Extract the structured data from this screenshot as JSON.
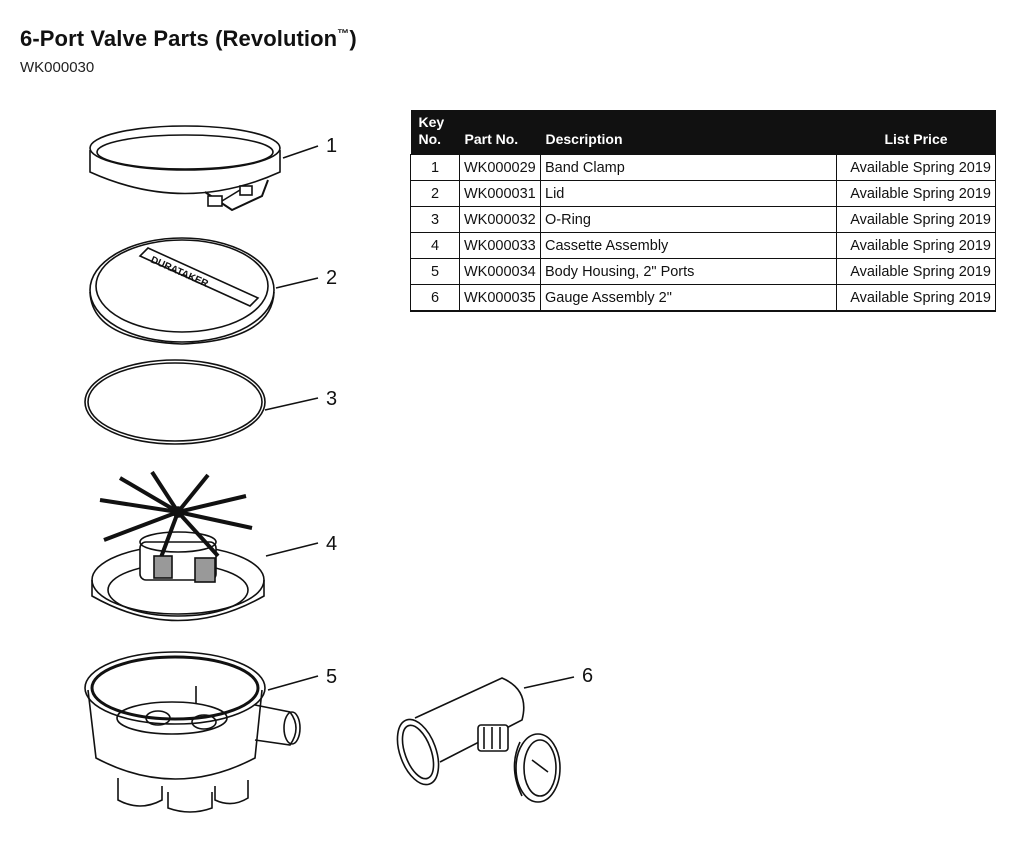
{
  "header": {
    "title": "6-Port Valve Parts (Revolution",
    "trademark": "™",
    "title_close": ")",
    "catalog_number": "WK000030"
  },
  "table": {
    "columns": {
      "key_line1": "Key",
      "key_line2": "No.",
      "part_no": "Part No.",
      "description": "Description",
      "list_price": "List Price"
    },
    "rows": [
      {
        "key": "1",
        "part_no": "WK000029",
        "description": "Band Clamp",
        "price": "Available Spring 2019"
      },
      {
        "key": "2",
        "part_no": "WK000031",
        "description": "Lid",
        "price": "Available Spring 2019"
      },
      {
        "key": "3",
        "part_no": "WK000032",
        "description": "O-Ring",
        "price": "Available Spring 2019"
      },
      {
        "key": "4",
        "part_no": "WK000033",
        "description": "Cassette Assembly",
        "price": "Available Spring 2019"
      },
      {
        "key": "5",
        "part_no": "WK000034",
        "description": "Body Housing, 2\" Ports",
        "price": "Available Spring 2019"
      },
      {
        "key": "6",
        "part_no": "WK000035",
        "description": "Gauge Assembly 2\"",
        "price": "Available Spring 2019"
      }
    ]
  },
  "diagram": {
    "callouts": [
      "1",
      "2",
      "3",
      "4",
      "5",
      "6"
    ],
    "lid_brand_text": "DURATAKER"
  }
}
